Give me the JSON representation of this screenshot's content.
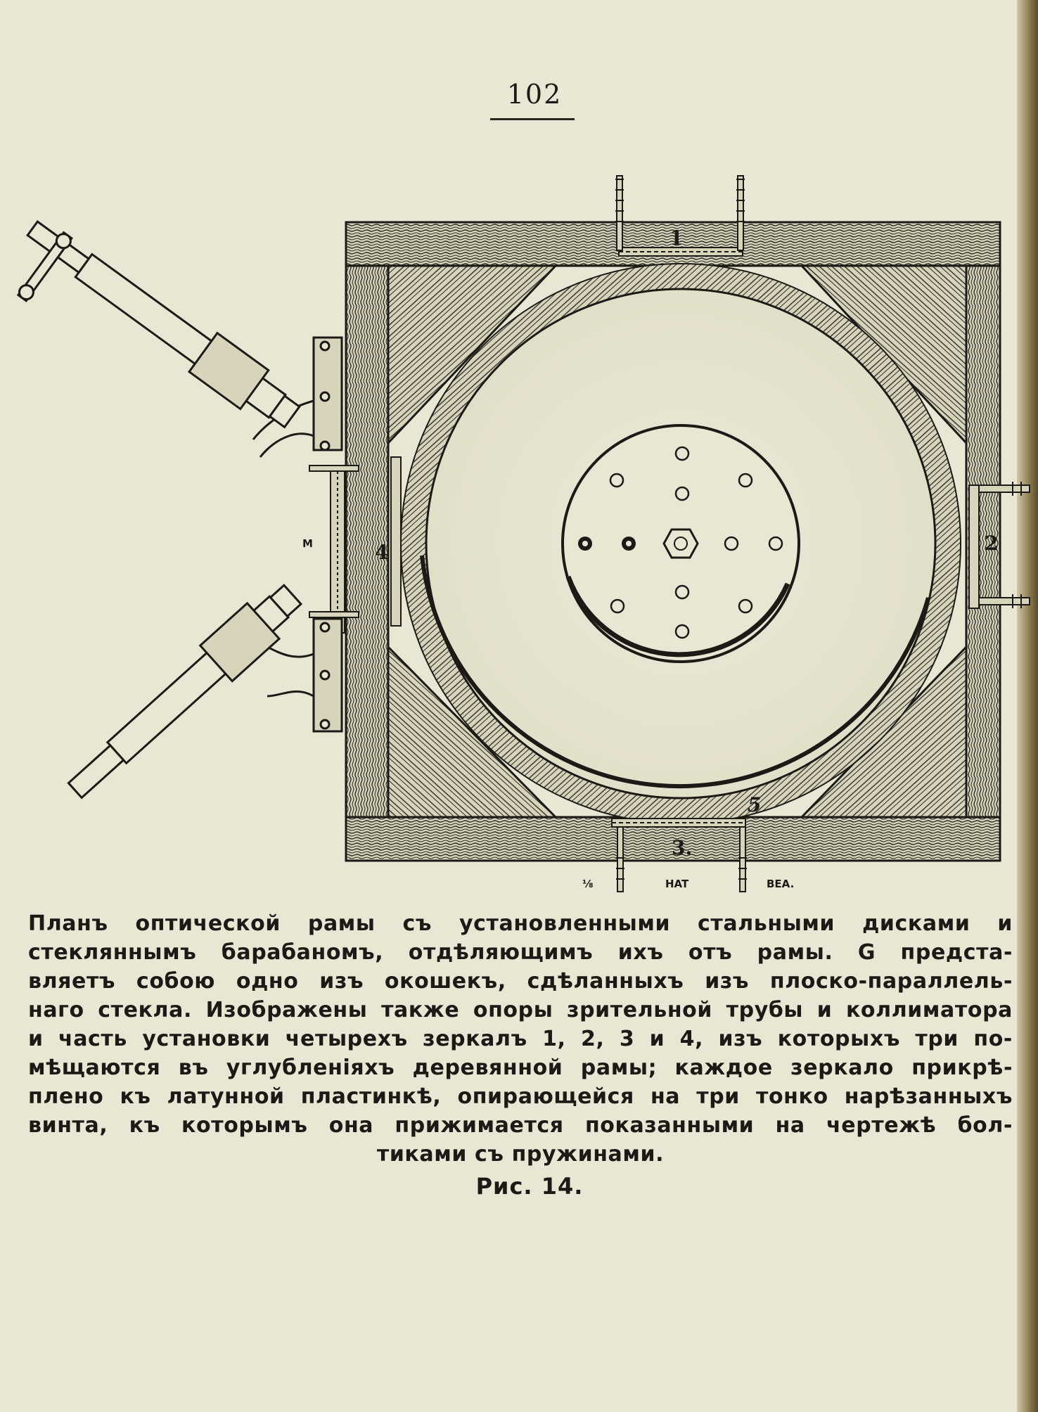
{
  "page": {
    "number": "102"
  },
  "figure": {
    "labels": {
      "mirror_1": "1",
      "mirror_2": "2",
      "mirror_3": "3.",
      "mirror_4": "4",
      "mirror_5": "5",
      "letter_m": "M",
      "scale_left": "⅛",
      "scale_mid": "HAT",
      "scale_right": "BEA."
    }
  },
  "caption": {
    "lines": [
      "Планъ оптической рамы съ установленными стальными дисками и",
      "стекляннымъ барабаномъ, отдѣляющимъ ихъ отъ рамы. G предста-",
      "вляетъ собою одно изъ окошекъ, сдѣланныхъ изъ плоско-параллель-",
      "наго стекла. Изображены также опоры зрительной трубы и коллиматора",
      "и часть установки четырехъ зеркалъ 1, 2, 3 и 4, изъ которыхъ три по-",
      "мѣщаются въ углубленіяхъ деревянной рамы; каждое зеркало прикрѣ-",
      "плено къ латунной пластинкѣ, опирающейся на три тонко нарѣзанныхъ",
      "винта, къ которымъ она прижимается показанными на чертежѣ бол-",
      "тиками съ пружинами."
    ]
  },
  "figure_caption": "Рис. 14."
}
